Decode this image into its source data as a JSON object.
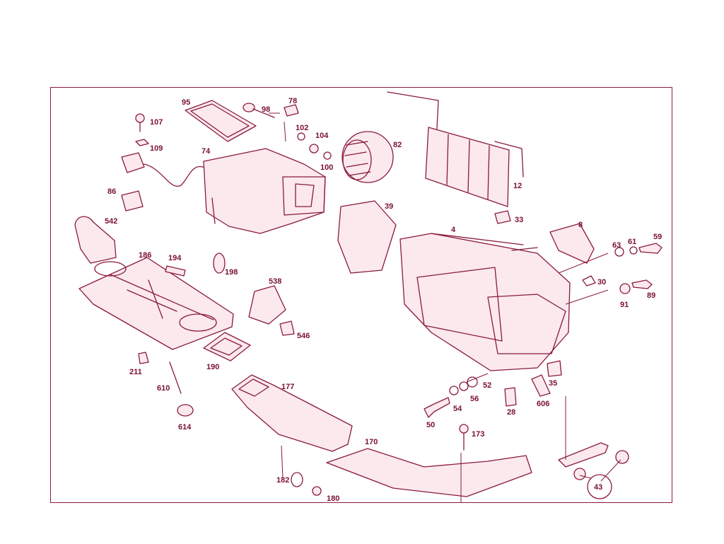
{
  "colors": {
    "line": "#8a1a3a",
    "text": "#7a1030",
    "background": "#ffffff"
  },
  "callouts": [
    "95",
    "98",
    "78",
    "107",
    "102",
    "104",
    "100",
    "82",
    "109",
    "74",
    "12",
    "86",
    "39",
    "33",
    "542",
    "4",
    "8",
    "186",
    "194",
    "63",
    "61",
    "59",
    "198",
    "538",
    "30",
    "91",
    "89",
    "546",
    "52",
    "190",
    "211",
    "54",
    "56",
    "35",
    "610",
    "28",
    "606",
    "50",
    "614",
    "173",
    "170",
    "182",
    "180",
    "43",
    "177"
  ]
}
